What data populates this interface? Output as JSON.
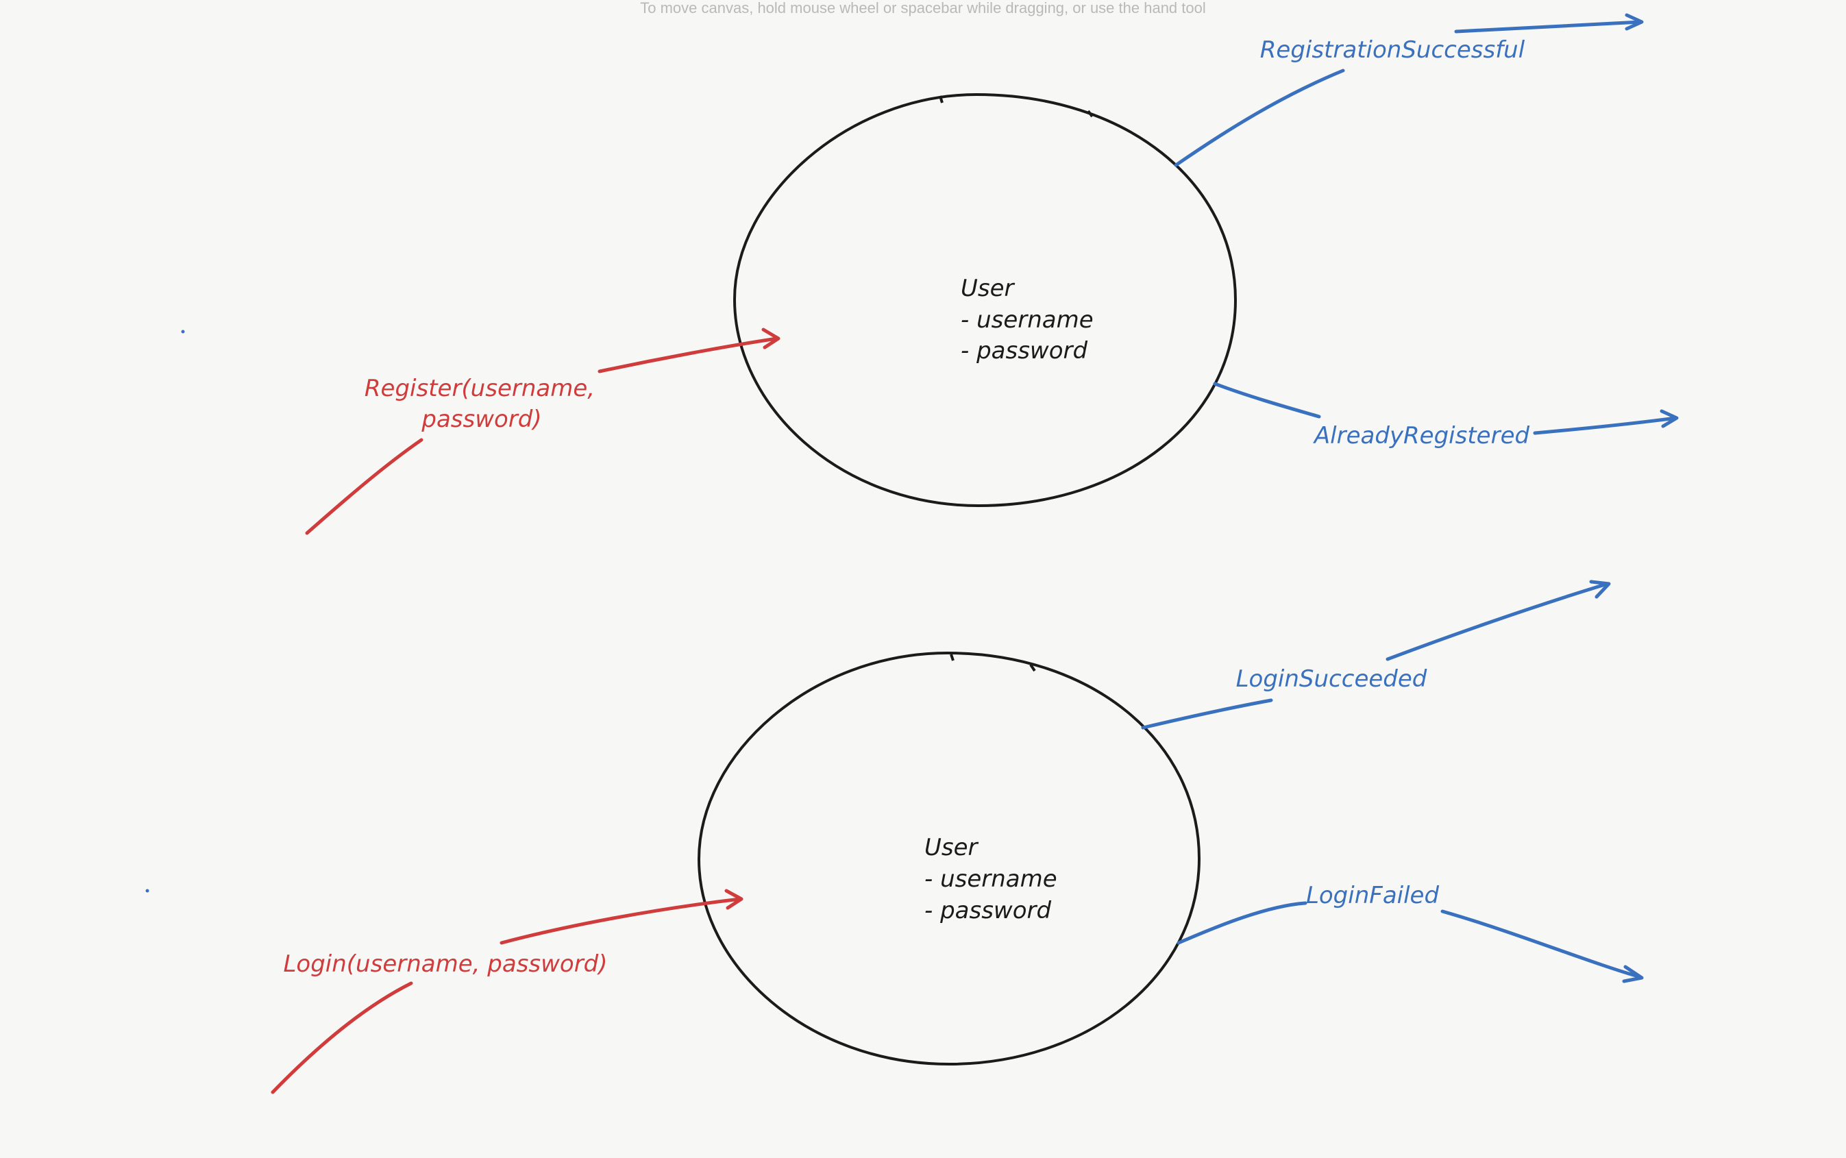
{
  "canvas": {
    "hint": "To move canvas, hold mouse wheel or spacebar while dragging, or use the hand tool",
    "background": "#f7f7f5"
  },
  "colors": {
    "command": "#d03c3c",
    "event": "#3a71bf",
    "entity": "#1b1b1b"
  },
  "diagrams": [
    {
      "entity": {
        "name": "User",
        "attributes": [
          "- username",
          "- password"
        ]
      },
      "command": {
        "line1": "Register(username,",
        "line2": "password)"
      },
      "events": [
        {
          "label": "RegistrationSuccessful"
        },
        {
          "label": "AlreadyRegistered"
        }
      ]
    },
    {
      "entity": {
        "name": "User",
        "attributes": [
          "- username",
          "- password"
        ]
      },
      "command": {
        "line1": "Login(username, password)"
      },
      "events": [
        {
          "label": "LoginSucceeded"
        },
        {
          "label": "LoginFailed"
        }
      ]
    }
  ]
}
